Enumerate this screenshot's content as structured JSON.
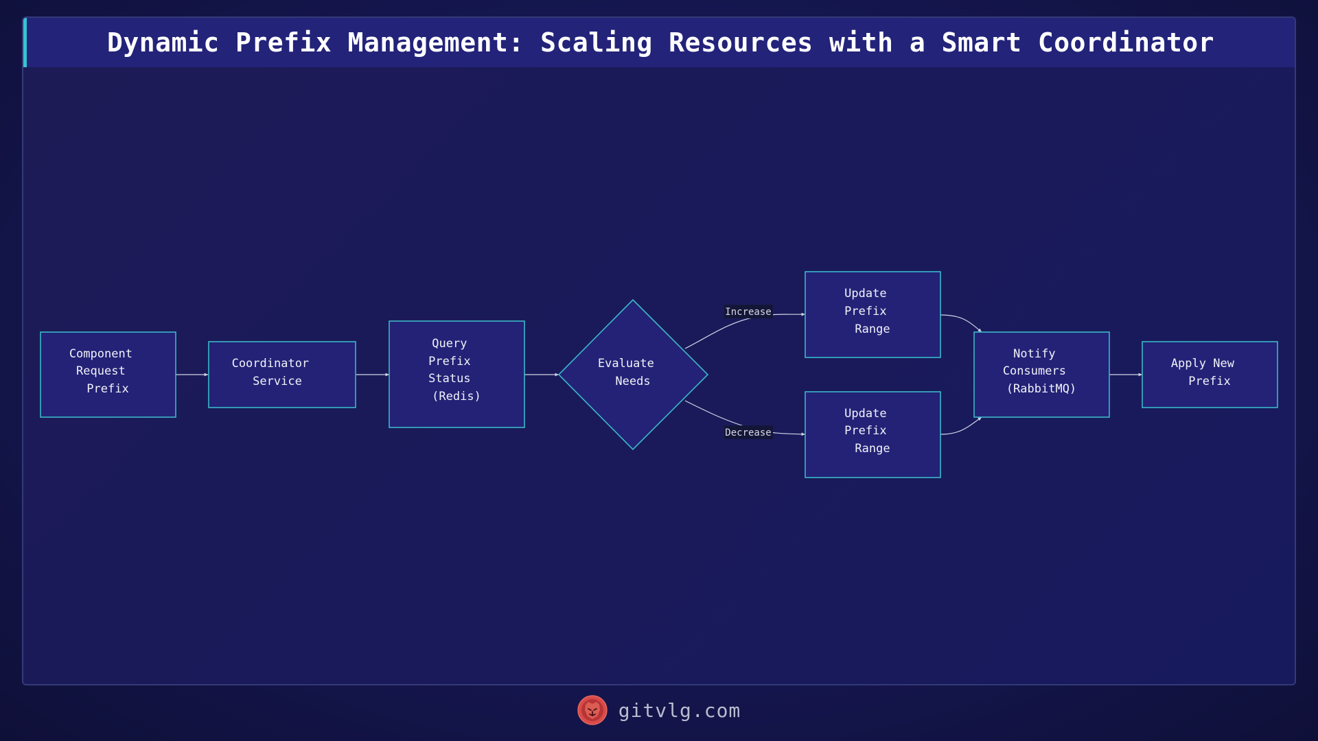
{
  "title": "Dynamic Prefix Management: Scaling Resources with a Smart Coordinator",
  "nodes": {
    "component_request": [
      "Component",
      "Request",
      "Prefix"
    ],
    "coordinator": [
      "Coordinator",
      "Service"
    ],
    "query_status": [
      "Query",
      "Prefix",
      "Status",
      "(Redis)"
    ],
    "evaluate": [
      "Evaluate",
      "Needs"
    ],
    "update_increase": [
      "Update",
      "Prefix",
      "Range"
    ],
    "update_decrease": [
      "Update",
      "Prefix",
      "Range"
    ],
    "notify": [
      "Notify",
      "Consumers",
      "(RabbitMQ)"
    ],
    "apply": [
      "Apply New",
      "Prefix"
    ]
  },
  "edges": {
    "increase": "Increase",
    "decrease": "Decrease"
  },
  "footer": {
    "site": "gitvlg.com",
    "logo_icon": "lion-head-icon"
  },
  "colors": {
    "background": "#151650",
    "title_bar": "#23237a",
    "accent": "#35c4d0",
    "node_fill": "#232277",
    "node_stroke": "#3ab8c8",
    "logo": "#d94a4a"
  }
}
